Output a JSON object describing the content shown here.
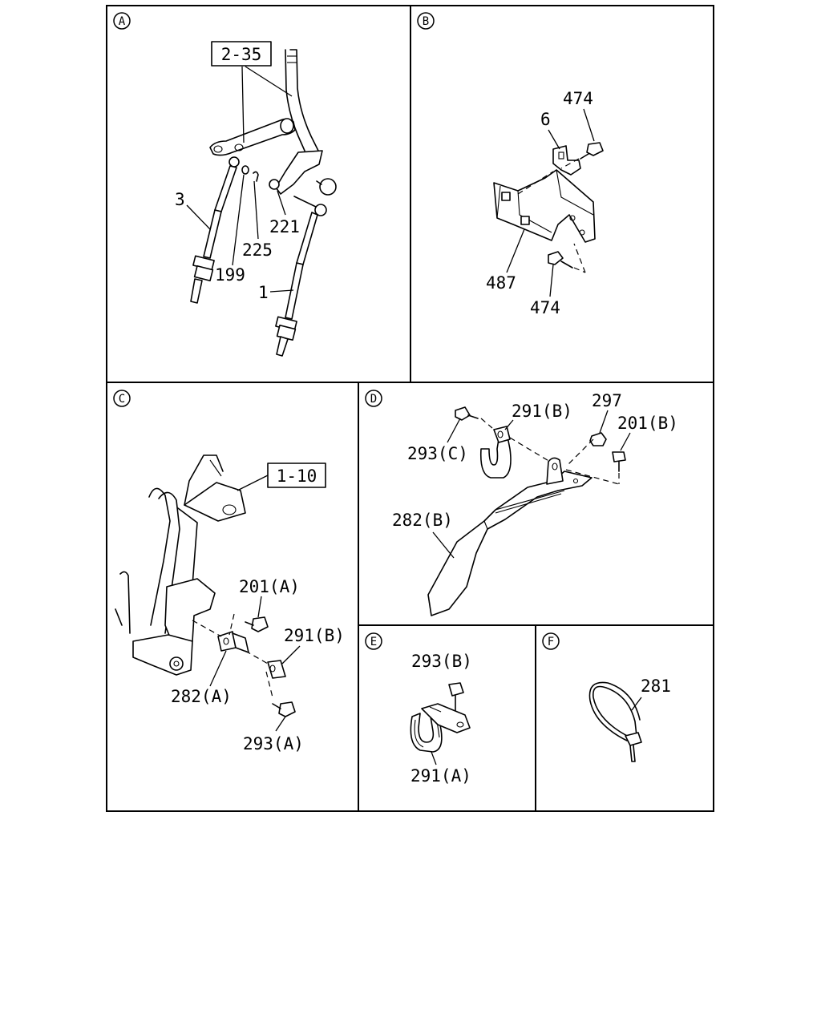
{
  "panels": {
    "a": {
      "letter": "A",
      "labels": {
        "ref": "2-35",
        "p3": "3",
        "p221": "221",
        "p225": "225",
        "p199": "199",
        "p1": "1"
      }
    },
    "b": {
      "letter": "B",
      "labels": {
        "p474_top": "474",
        "p6": "6",
        "p487": "487",
        "p474_bottom": "474"
      }
    },
    "c": {
      "letter": "C",
      "labels": {
        "ref": "1-10",
        "p201a": "201(A)",
        "p291b": "291(B)",
        "p282a": "282(A)",
        "p293a": "293(A)"
      }
    },
    "d": {
      "letter": "D",
      "labels": {
        "p297": "297",
        "p291b": "291(B)",
        "p201b": "201(B)",
        "p293c": "293(C)",
        "p282b": "282(B)"
      }
    },
    "e": {
      "letter": "E",
      "labels": {
        "p293b": "293(B)",
        "p291a": "291(A)"
      }
    },
    "f": {
      "letter": "F",
      "labels": {
        "p281": "281"
      }
    }
  }
}
